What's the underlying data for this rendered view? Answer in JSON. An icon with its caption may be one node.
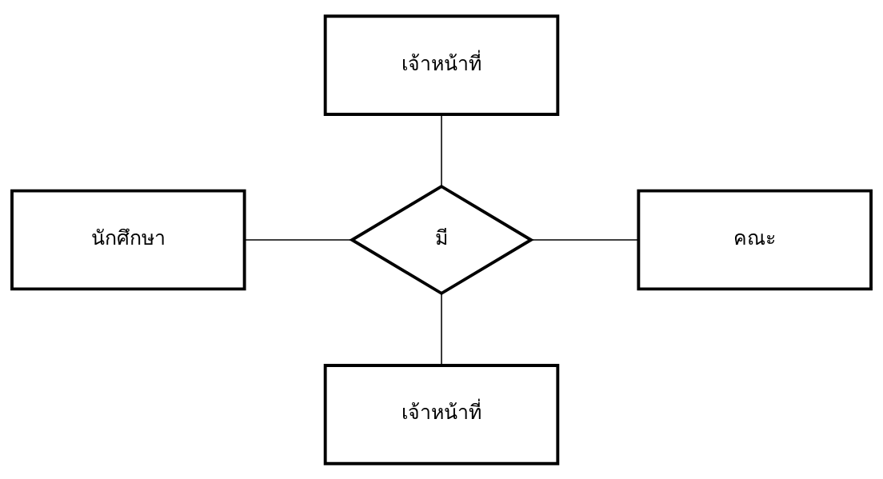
{
  "diagram": {
    "nodes": [
      {
        "text": [
          "เจ้าหน้าที่"
        ]
      },
      {
        "text": [
          "นักศึกษา"
        ]
      },
      {
        "text": [
          "มี"
        ]
      },
      {
        "text": [
          "คณะ"
        ]
      },
      {
        "text": [
          "เจ้าหน้าที่"
        ]
      }
    ],
    "edges": [
      {
        "from": 0,
        "to": 2,
        "arrow": "none"
      },
      {
        "from": 1,
        "to": 2,
        "arrow": "none"
      },
      {
        "from": 2,
        "to": 3,
        "arrow": "none"
      },
      {
        "from": 2,
        "to": 4,
        "arrow": "none"
      }
    ]
  }
}
